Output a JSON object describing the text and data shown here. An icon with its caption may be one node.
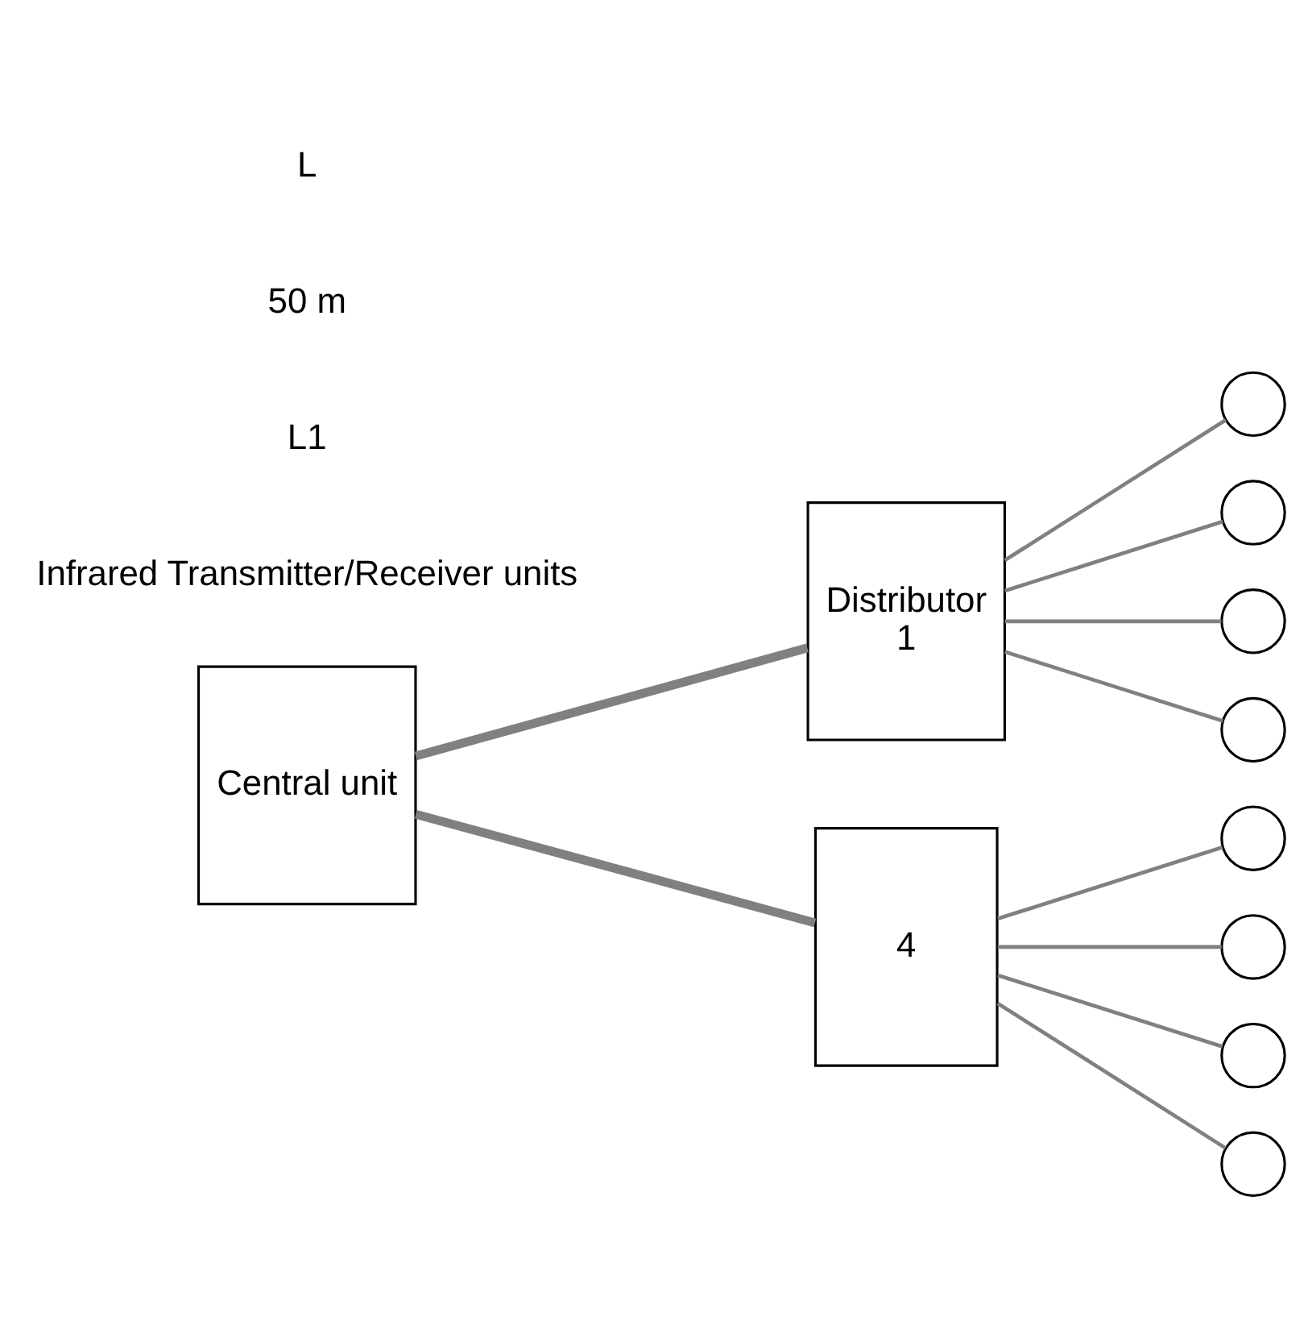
{
  "diagram": {
    "nodes": [
      {
        "text": [
          "Central unit"
        ]
      },
      {
        "text": [
          "Distributor",
          "1"
        ]
      },
      {
        "text": [
          "4"
        ]
      },
      {
        "text": [],
        "shape": "circle"
      },
      {
        "text": [],
        "shape": "circle"
      },
      {
        "text": [],
        "shape": "circle"
      },
      {
        "text": [],
        "shape": "circle"
      },
      {
        "text": [],
        "shape": "circle"
      },
      {
        "text": [],
        "shape": "circle"
      },
      {
        "text": [],
        "shape": "circle"
      },
      {
        "text": [],
        "shape": "circle"
      }
    ],
    "edges": [
      {
        "from": 0,
        "to": 1,
        "arrow": "none",
        "style": "thick"
      },
      {
        "from": 0,
        "to": 2,
        "arrow": "none",
        "style": "thick"
      },
      {
        "from": 1,
        "to": 3,
        "arrow": "none"
      },
      {
        "from": 1,
        "to": 4,
        "arrow": "none"
      },
      {
        "from": 1,
        "to": 5,
        "arrow": "none"
      },
      {
        "from": 1,
        "to": 6,
        "arrow": "none"
      },
      {
        "from": 2,
        "to": 7,
        "arrow": "none"
      },
      {
        "from": 2,
        "to": 8,
        "arrow": "none"
      },
      {
        "from": 2,
        "to": 9,
        "arrow": "none"
      },
      {
        "from": 2,
        "to": 10,
        "arrow": "none"
      }
    ],
    "labels": [
      "Infrared Transmitter/Receiver units",
      "L1",
      "50 m",
      "L"
    ]
  }
}
